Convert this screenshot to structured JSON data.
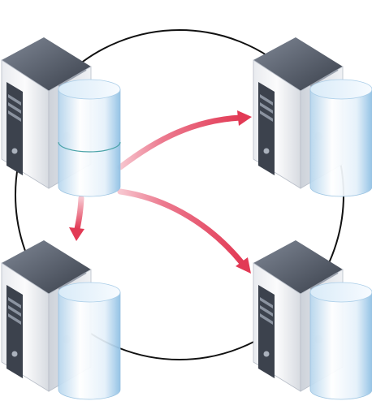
{
  "diagram": {
    "nodes": [
      {
        "id": "top-left",
        "role": "source",
        "cylinder_split": true
      },
      {
        "id": "top-right",
        "role": "target",
        "cylinder_split": false
      },
      {
        "id": "bottom-left",
        "role": "target",
        "cylinder_split": false
      },
      {
        "id": "bottom-right",
        "role": "target",
        "cylinder_split": false
      }
    ],
    "edges": [
      {
        "from": "top-left",
        "to": "top-right"
      },
      {
        "from": "top-left",
        "to": "bottom-left"
      },
      {
        "from": "top-left",
        "to": "bottom-right"
      }
    ]
  },
  "colors": {
    "ring": "#111111",
    "arrow": "#e23a55",
    "server_light": "#f2f3f6",
    "server_dark": "#4b5260",
    "cylinder": "#d8eaf6",
    "cylinder_edge": "#7fb3d8"
  },
  "icons": {
    "server": "server-tower-icon",
    "storage": "storage-cylinder-icon",
    "replication": "replication-arrow-icon"
  }
}
